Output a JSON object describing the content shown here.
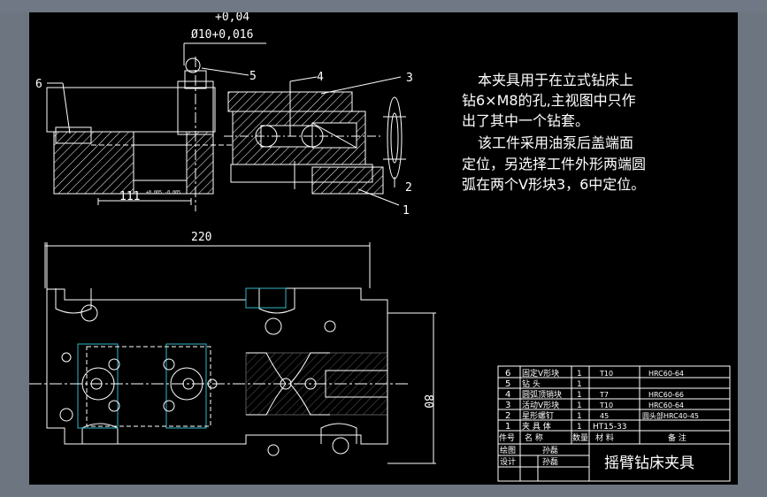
{
  "dims": {
    "tolerance_upper": "+0,04",
    "hole": "Ø10+0,016",
    "length_111": "111",
    "length_111_tol": "+0.005 -0.005",
    "width_220": "220",
    "height_80": "80"
  },
  "callouts": [
    "1",
    "2",
    "3",
    "4",
    "5",
    "6"
  ],
  "notes": [
    "本夹具用于在立式钻床上",
    "钻6×M8的孔,主视图中只作",
    "出了其中一个钻套。",
    "该工件采用油泵后盖端面",
    "定位，另选择工件外形两端圆",
    "弧在两个V形块3，6中定位。"
  ],
  "bom": {
    "rows": [
      {
        "no": "6",
        "name": "固定V形块",
        "qty": "1",
        "material": "T10",
        "remark": "HRC60-64"
      },
      {
        "no": "5",
        "name": "钻    头",
        "qty": "1",
        "material": "",
        "remark": ""
      },
      {
        "no": "4",
        "name": "圆弧顶销块",
        "qty": "1",
        "material": "T7",
        "remark": "HRC60-66"
      },
      {
        "no": "3",
        "name": "活动V形块",
        "qty": "1",
        "material": "T10",
        "remark": "HRC60-64"
      },
      {
        "no": "2",
        "name": "星形螺钉",
        "qty": "1",
        "material": "45",
        "remark": "圆头部HRC40-45"
      },
      {
        "no": "1",
        "name": "夹 具 体",
        "qty": "1",
        "material": "HT15-33",
        "remark": ""
      }
    ],
    "header": {
      "no": "件号",
      "name": "名    称",
      "qty": "数量",
      "material": "材    料",
      "remark": "备    注"
    },
    "drawn_label": "绘图",
    "drawn_by": "孙磊",
    "design_label": "设计",
    "design_by": "孙磊",
    "title": "摇臂钻床夹具"
  },
  "colors": {
    "background": "#000000",
    "line": "#ffffff",
    "center": "#ffffff",
    "highlight": "#2fb8c8",
    "frame": "#6c7580"
  }
}
